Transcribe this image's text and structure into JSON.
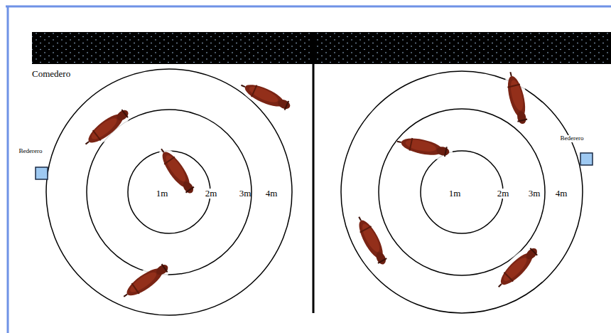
{
  "diagram": {
    "labels": [
      "Comedero",
      "Bederero",
      "1m",
      "2m",
      "3m",
      "4m",
      "Bederero",
      "1m",
      "2m",
      "3m",
      "4m"
    ]
  }
}
